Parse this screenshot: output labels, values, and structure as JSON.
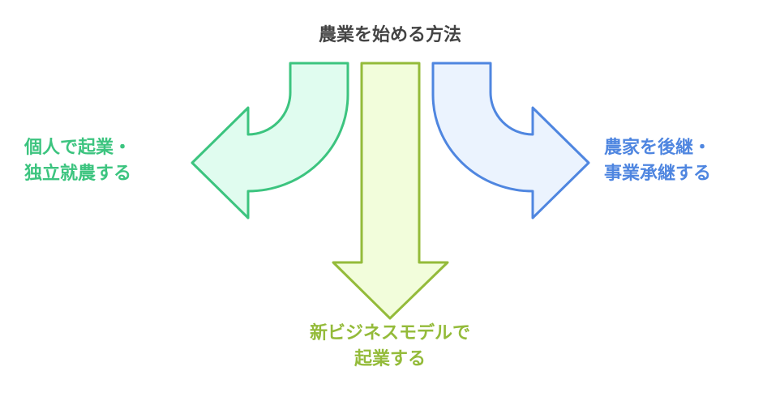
{
  "title": "農業を始める方法",
  "options": [
    {
      "line1": "個人で起業・",
      "line2": "独立就農する",
      "color": "#3cc47f",
      "fill": "#e0fcef"
    },
    {
      "line1": "新ビジネスモデルで",
      "line2": "起業する",
      "color": "#94bb3a",
      "fill": "#f2fddb"
    },
    {
      "line1": "農家を後継・",
      "line2": "事業承継する",
      "color": "#4f86e0",
      "fill": "#ebf3fe"
    }
  ]
}
